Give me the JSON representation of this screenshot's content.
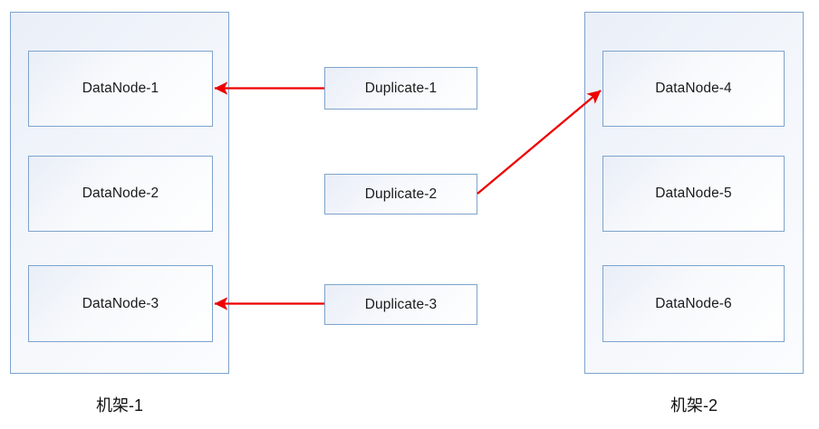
{
  "diagram": {
    "title_text_visible": false,
    "accent_border_color": "#7ea3cc",
    "arrow_color": "#ee0000",
    "text_color": "#1b1b1b",
    "background_color": "#ffffff"
  },
  "racks": [
    {
      "id": "rack-1",
      "caption": "机架-1",
      "nodes": [
        {
          "id": "datanode-1",
          "label": "DataNode-1"
        },
        {
          "id": "datanode-2",
          "label": "DataNode-2"
        },
        {
          "id": "datanode-3",
          "label": "DataNode-3"
        }
      ]
    },
    {
      "id": "rack-2",
      "caption": "机架-2",
      "nodes": [
        {
          "id": "datanode-4",
          "label": "DataNode-4"
        },
        {
          "id": "datanode-5",
          "label": "DataNode-5"
        },
        {
          "id": "datanode-6",
          "label": "DataNode-6"
        }
      ]
    }
  ],
  "duplicates": [
    {
      "id": "duplicate-1",
      "label": "Duplicate-1"
    },
    {
      "id": "duplicate-2",
      "label": "Duplicate-2"
    },
    {
      "id": "duplicate-3",
      "label": "Duplicate-3"
    }
  ],
  "connections": [
    {
      "id": "arrow-duplicate-1-to-datanode-1",
      "from": "duplicate-1",
      "to": "datanode-1",
      "direction": "left"
    },
    {
      "id": "arrow-duplicate-2-to-datanode-4",
      "from": "duplicate-2",
      "to": "datanode-4",
      "direction": "up-right"
    },
    {
      "id": "arrow-duplicate-3-to-datanode-3",
      "from": "duplicate-3",
      "to": "datanode-3",
      "direction": "left"
    }
  ]
}
